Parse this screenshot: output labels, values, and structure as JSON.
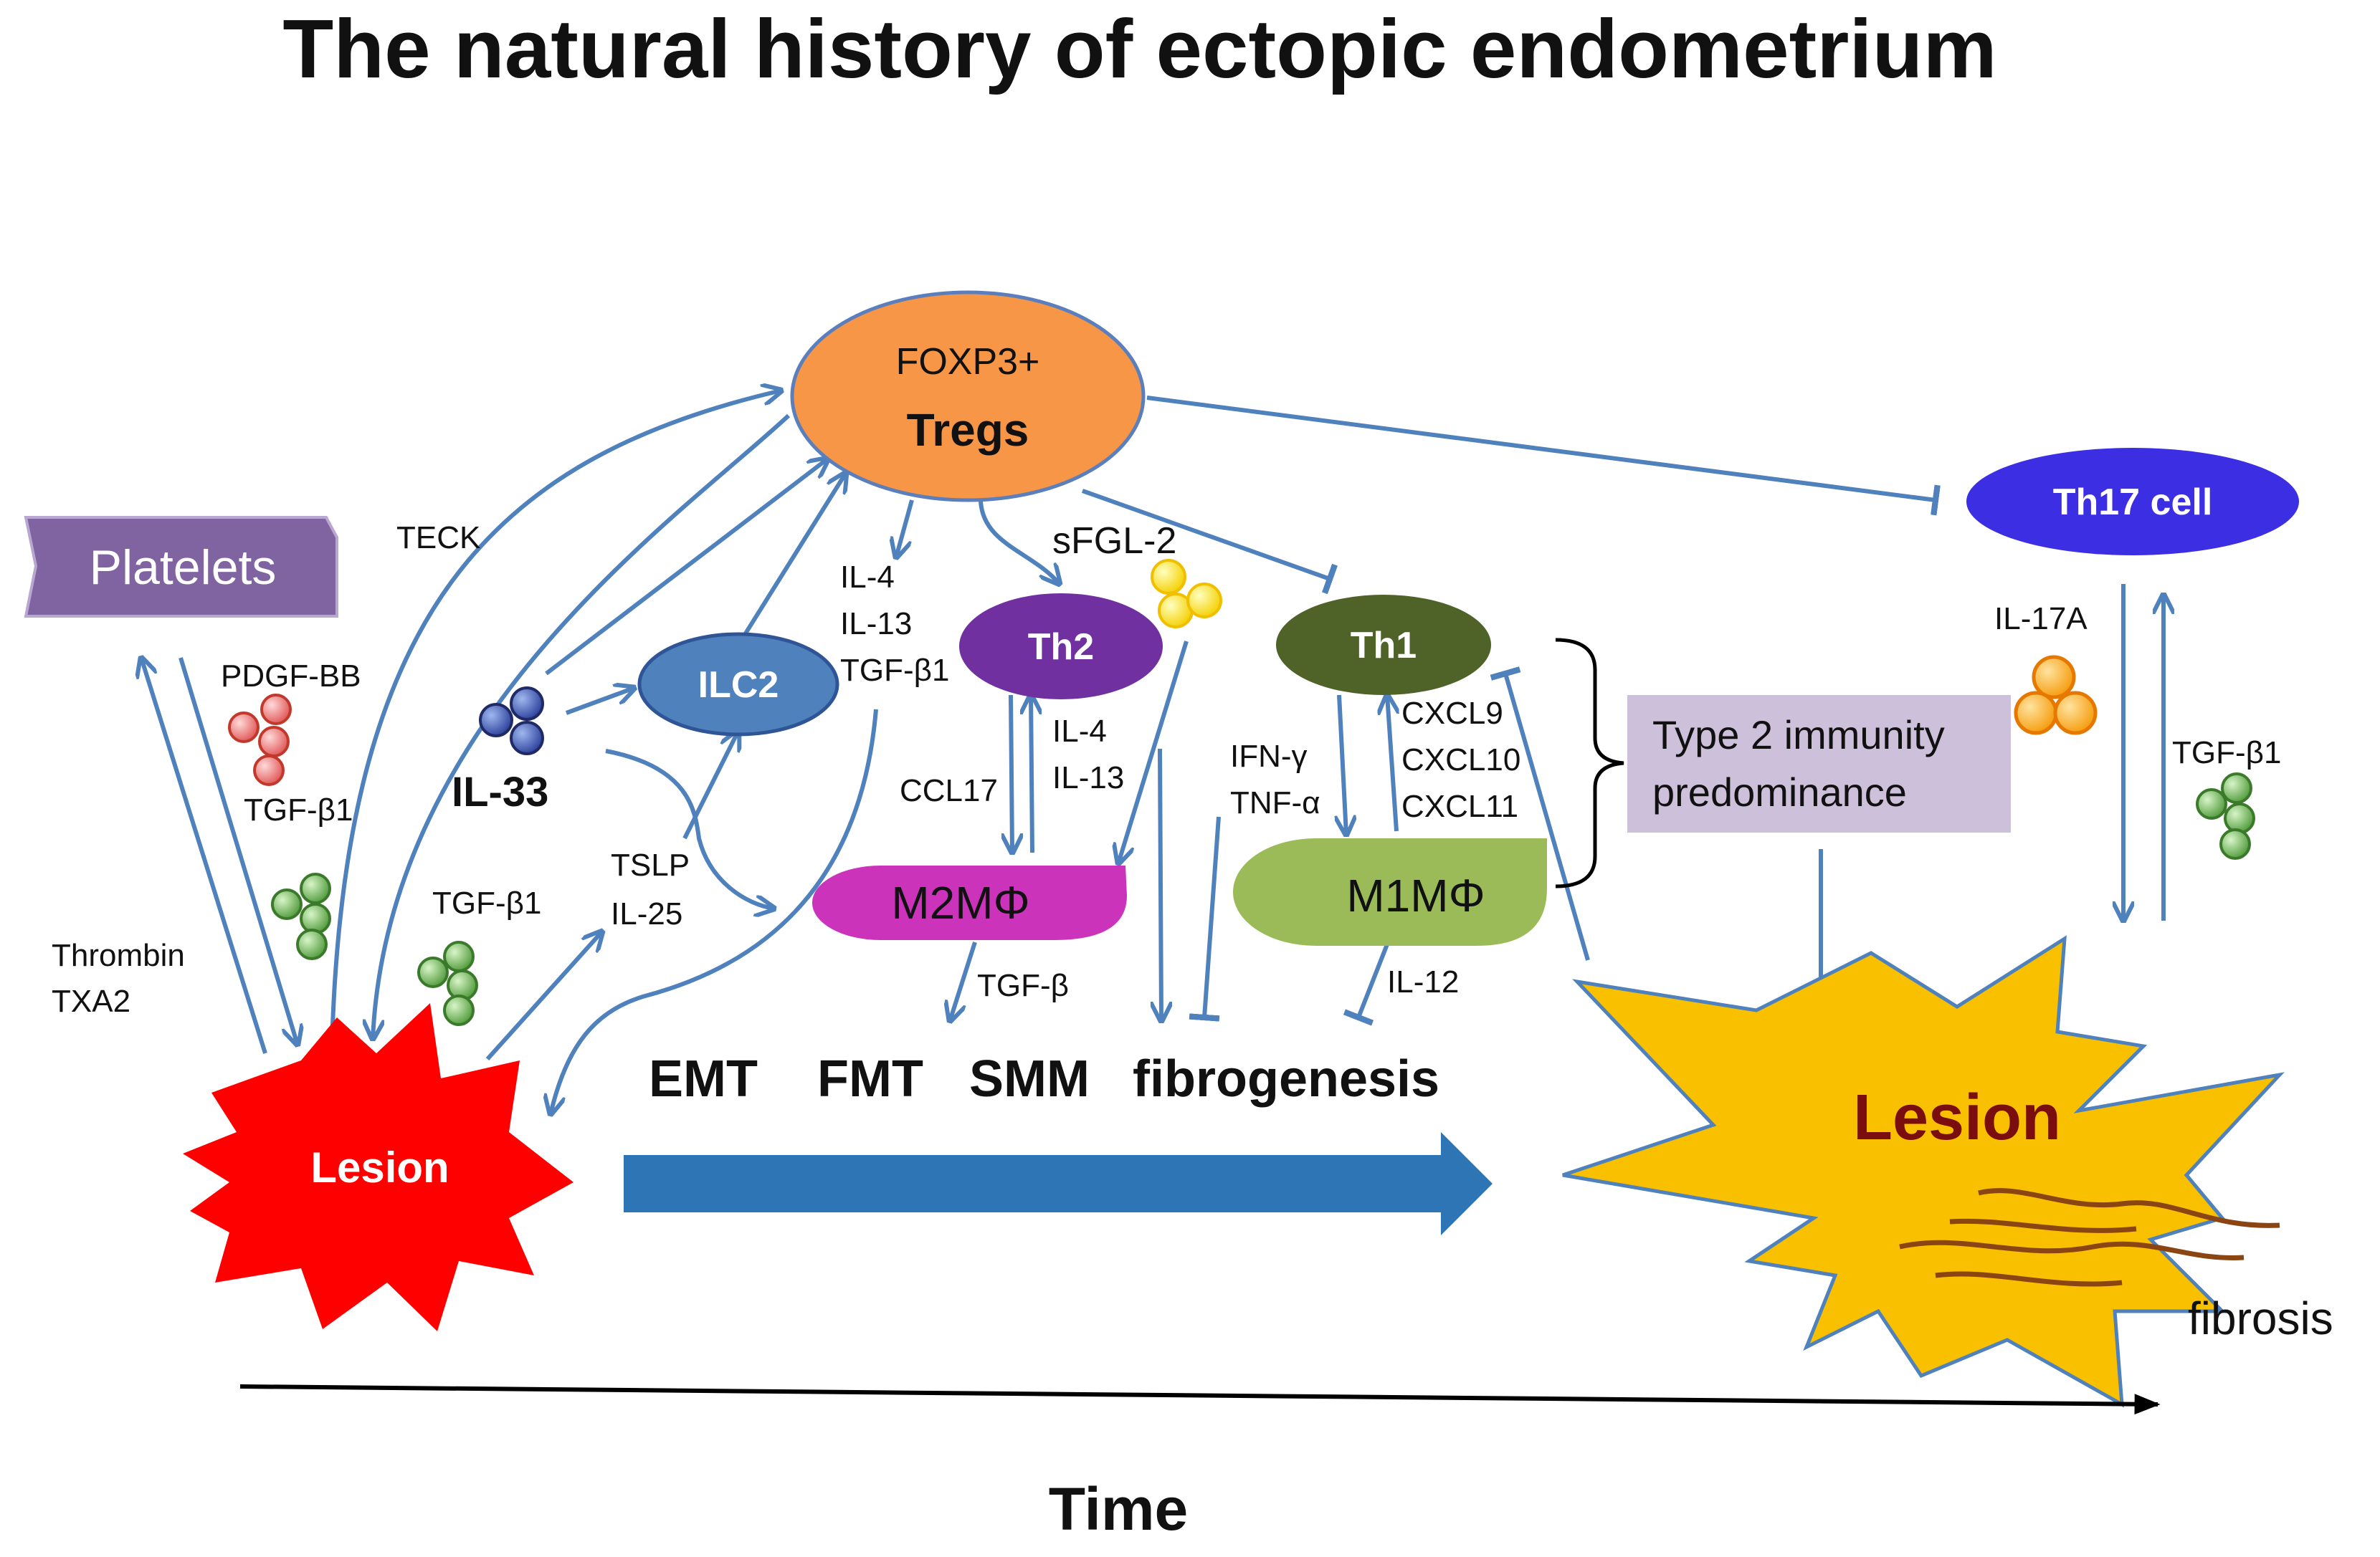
{
  "title": "The natural history of ectopic endometrium",
  "cells": {
    "platelets": "Platelets",
    "tregs_line1": "FOXP3+",
    "tregs_line2": "Tregs",
    "th17": "Th17 cell",
    "ilc2": "ILC2",
    "th2": "Th2",
    "th1": "Th1",
    "m2": "M2MΦ",
    "m1": "M1MΦ",
    "lesion_early": "Lesion",
    "lesion_late": "Lesion"
  },
  "labels": {
    "teck": "TECK",
    "pdgf": "PDGF-BB",
    "tgfb1_a": "TGF-β1",
    "tgfb1_b": "TGF-β1",
    "tgfb1_c": "TGF-β1",
    "tgfb1_d": "TGF-β1",
    "il33": "IL-33",
    "thrombin": "Thrombin",
    "txa2": "TXA2",
    "tslp": "TSLP",
    "il25": "IL-25",
    "il4_a": "IL-4",
    "il13_a": "IL-13",
    "sfgl2": "sFGL-2",
    "il4_b": "IL-4",
    "il13_b": "IL-13",
    "ccl17": "CCL17",
    "tgfb": "TGF-β",
    "ifng": "IFN-γ",
    "tnfa": "TNF-α",
    "cxcl9": "CXCL9",
    "cxcl10": "CXCL10",
    "cxcl11": "CXCL11",
    "il12": "IL-12",
    "il17a": "IL-17A",
    "type2_line1": "Type 2 immunity",
    "type2_line2": "predominance",
    "fibrosis": "fibrosis",
    "time": "Time"
  },
  "processes": [
    "EMT",
    "FMT",
    "SMM",
    "fibrogenesis"
  ],
  "colors": {
    "arrow": "#4f81bd",
    "platelets": "#8064a2",
    "tregs": "#f79646",
    "th17": "#3b2ee3",
    "ilc2": "#4f81bd",
    "th2": "#7030a0",
    "th1": "#4f6228",
    "m2": "#cc33bb",
    "m1": "#9bbb59",
    "lesion_early": "#ff0000",
    "lesion_late": "#f9c000",
    "lesion_late_text": "#7a0e0e",
    "type2_box": "#ccc0da",
    "progress_arrow": "#2e75b6",
    "fibrosis_strands": "#8b4513"
  }
}
